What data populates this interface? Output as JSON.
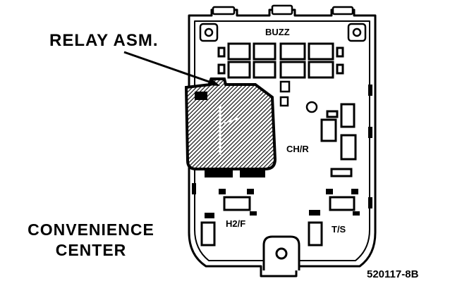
{
  "labels": {
    "relay_assembly": "RELAY ASM.",
    "buzz": "BUZZ",
    "ch_r": "CH/R",
    "h2_f": "H2/F",
    "t_s": "T/S",
    "convenience_line1": "CONVENIENCE",
    "convenience_line2": "CENTER",
    "figure_code": "520117-8B"
  },
  "colors": {
    "ink": "#000000",
    "paper": "#ffffff"
  }
}
